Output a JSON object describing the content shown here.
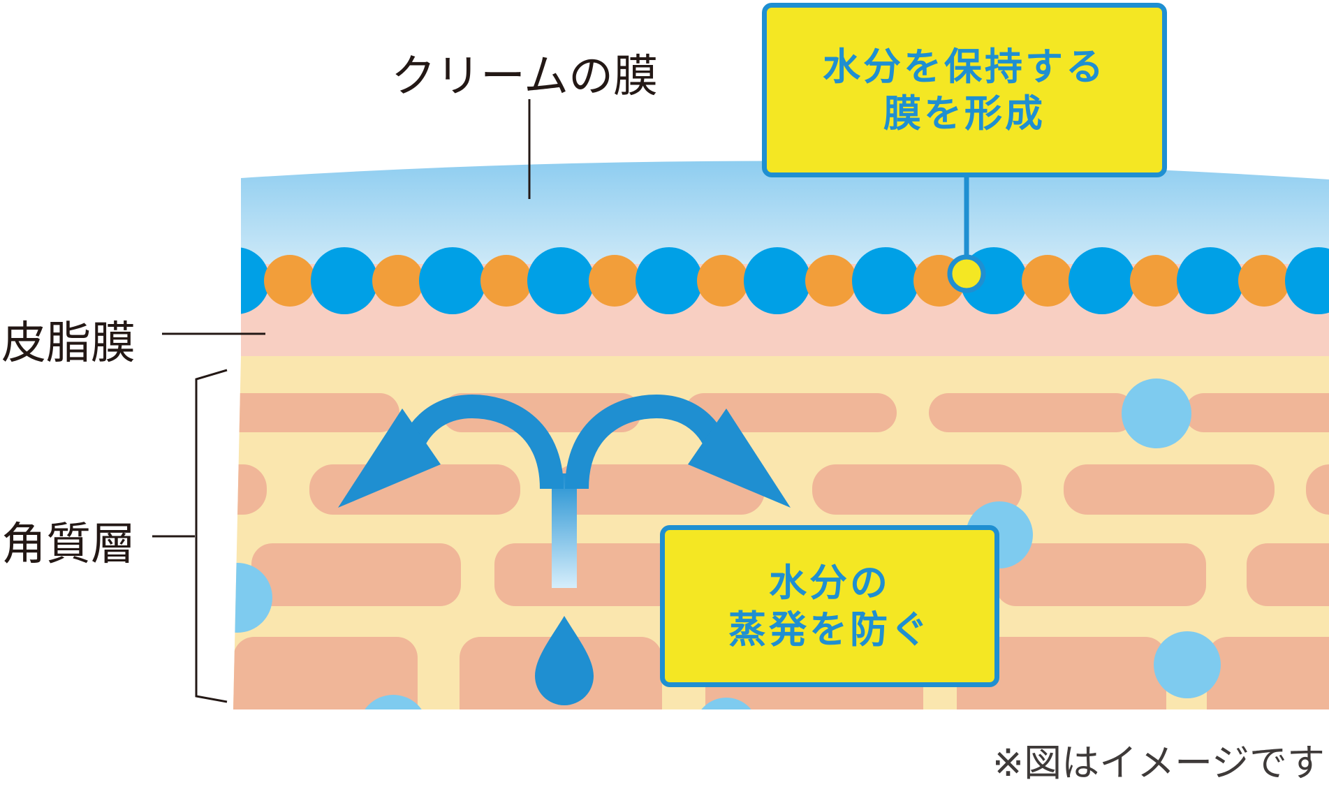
{
  "labels": {
    "cream_film": "クリームの膜",
    "sebum_film": "皮脂膜",
    "stratum_corneum": "角質層",
    "footnote": "※図はイメージです"
  },
  "callouts": {
    "retain": {
      "line1": "水分を保持する",
      "line2": "膜を形成"
    },
    "prevent": {
      "line1": "水分の",
      "line2": "蒸発を防ぐ"
    }
  },
  "colors": {
    "cream": "#92d0f0",
    "blue_dot": "#00a0e6",
    "orange_dot": "#f29e3a",
    "sebum": "#f8cfc2",
    "corneum": "#fae6ae",
    "cell": "#f0b698",
    "water": "#7ecbef",
    "arrow": "#1f8fd1",
    "callout_fill": "#f4e723",
    "callout_border": "#1f8fd1",
    "text": "#231815"
  },
  "icons": [
    "water-drop-icon",
    "evaporation-arrow-icon"
  ]
}
